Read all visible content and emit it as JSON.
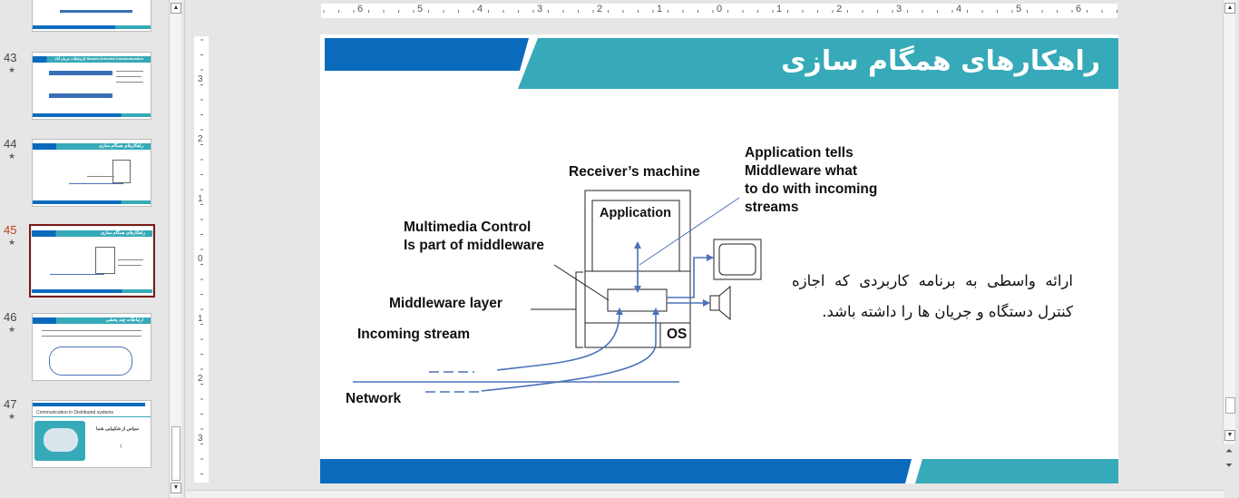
{
  "thumbnails": [
    {
      "number": "43",
      "title": "(ارتباطات جریان آنا) Stream-Oriented Communication"
    },
    {
      "number": "44",
      "title": "راهکارهای همگام سازی"
    },
    {
      "number": "45",
      "title": "راهکارهای همگام سازی",
      "selected": true
    },
    {
      "number": "46",
      "title": "ارتباطات چند پخشی"
    },
    {
      "number": "47",
      "title": "Communication in Distributed systems",
      "thanks": "سپاس از شکیبایی شما",
      "footer": "؟"
    }
  ],
  "star_icon": "★",
  "ruler": {
    "horizontal_labels": [
      "6",
      "5",
      "4",
      "3",
      "2",
      "1",
      "0",
      "1",
      "2",
      "3",
      "4",
      "5",
      "6"
    ],
    "vertical_labels": [
      "3",
      "2",
      "1",
      "0",
      "1",
      "2",
      "3"
    ]
  },
  "slide": {
    "title": "راهکارهای همگام سازی",
    "labels": {
      "receivers_machine": "Receiver’s machine",
      "application": "Application",
      "app_tells": [
        "Application tells",
        "Middleware what",
        "to do with incoming",
        "streams"
      ],
      "multimedia_control": [
        "Multimedia Control",
        "Is part of middleware"
      ],
      "middleware_layer": "Middleware layer",
      "incoming_stream": "Incoming stream",
      "os": "OS",
      "network": "Network"
    },
    "persian_text": "ارائه واسطی به برنامه کاربردی که اجازه کنترل دستگاه و جریان ها را داشته باشد.",
    "colors": {
      "teal": "#36aab8",
      "blue": "#0a6bbd",
      "line": "#4a72b8"
    }
  }
}
